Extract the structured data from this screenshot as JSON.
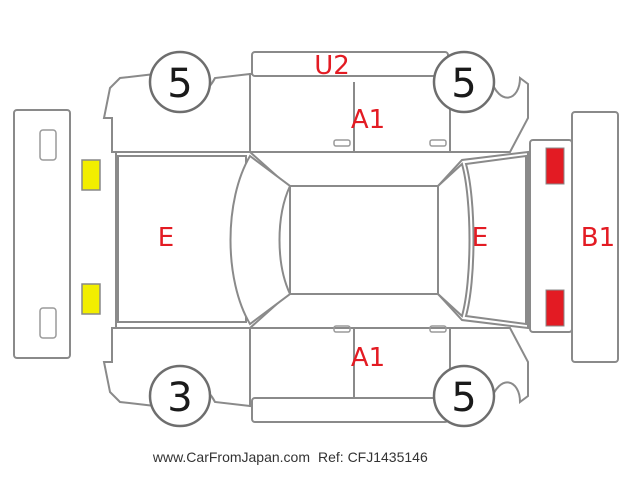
{
  "tyres": {
    "front_left": "5",
    "front_right": "5",
    "rear_left": "3",
    "rear_right": "5"
  },
  "damage_codes": {
    "roof_front": "U2",
    "upper_side": "A1",
    "lower_side": "A1",
    "hood": "E",
    "rear_deck": "E",
    "rear_bumper": "B1"
  },
  "footer": {
    "site": "www.CarFromJapan.com",
    "ref": "Ref: CFJ1435146"
  },
  "colors": {
    "damage_text": "#e31b23",
    "marker_yellow": "#f2ee00",
    "marker_red": "#e31b23",
    "outline": "#8a8a8a"
  }
}
